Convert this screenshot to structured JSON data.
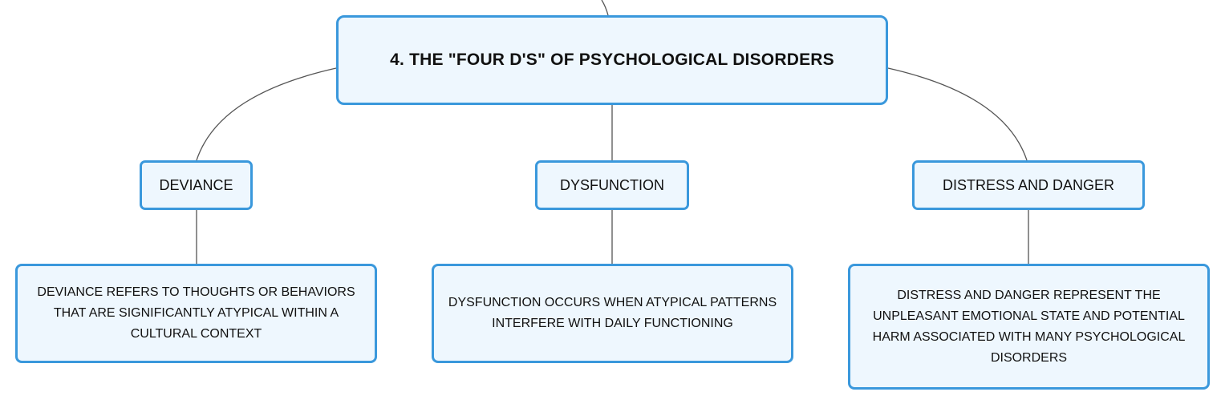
{
  "colors": {
    "node_border": "#3a98dc",
    "node_fill": "#eef7fe",
    "connector": "#555555",
    "text": "#111111"
  },
  "root": {
    "title": "4. THE \"FOUR D'S\" OF PSYCHOLOGICAL DISORDERS"
  },
  "branches": [
    {
      "label": "DEVIANCE",
      "description": "DEVIANCE REFERS TO THOUGHTS OR BEHAVIORS THAT ARE SIGNIFICANTLY ATYPICAL WITHIN A CULTURAL CONTEXT"
    },
    {
      "label": "DYSFUNCTION",
      "description": "DYSFUNCTION OCCURS WHEN ATYPICAL PATTERNS INTERFERE WITH DAILY FUNCTIONING"
    },
    {
      "label": "DISTRESS AND DANGER",
      "description": "DISTRESS AND DANGER REPRESENT THE UNPLEASANT EMOTIONAL STATE AND POTENTIAL HARM ASSOCIATED WITH MANY PSYCHOLOGICAL DISORDERS"
    }
  ]
}
